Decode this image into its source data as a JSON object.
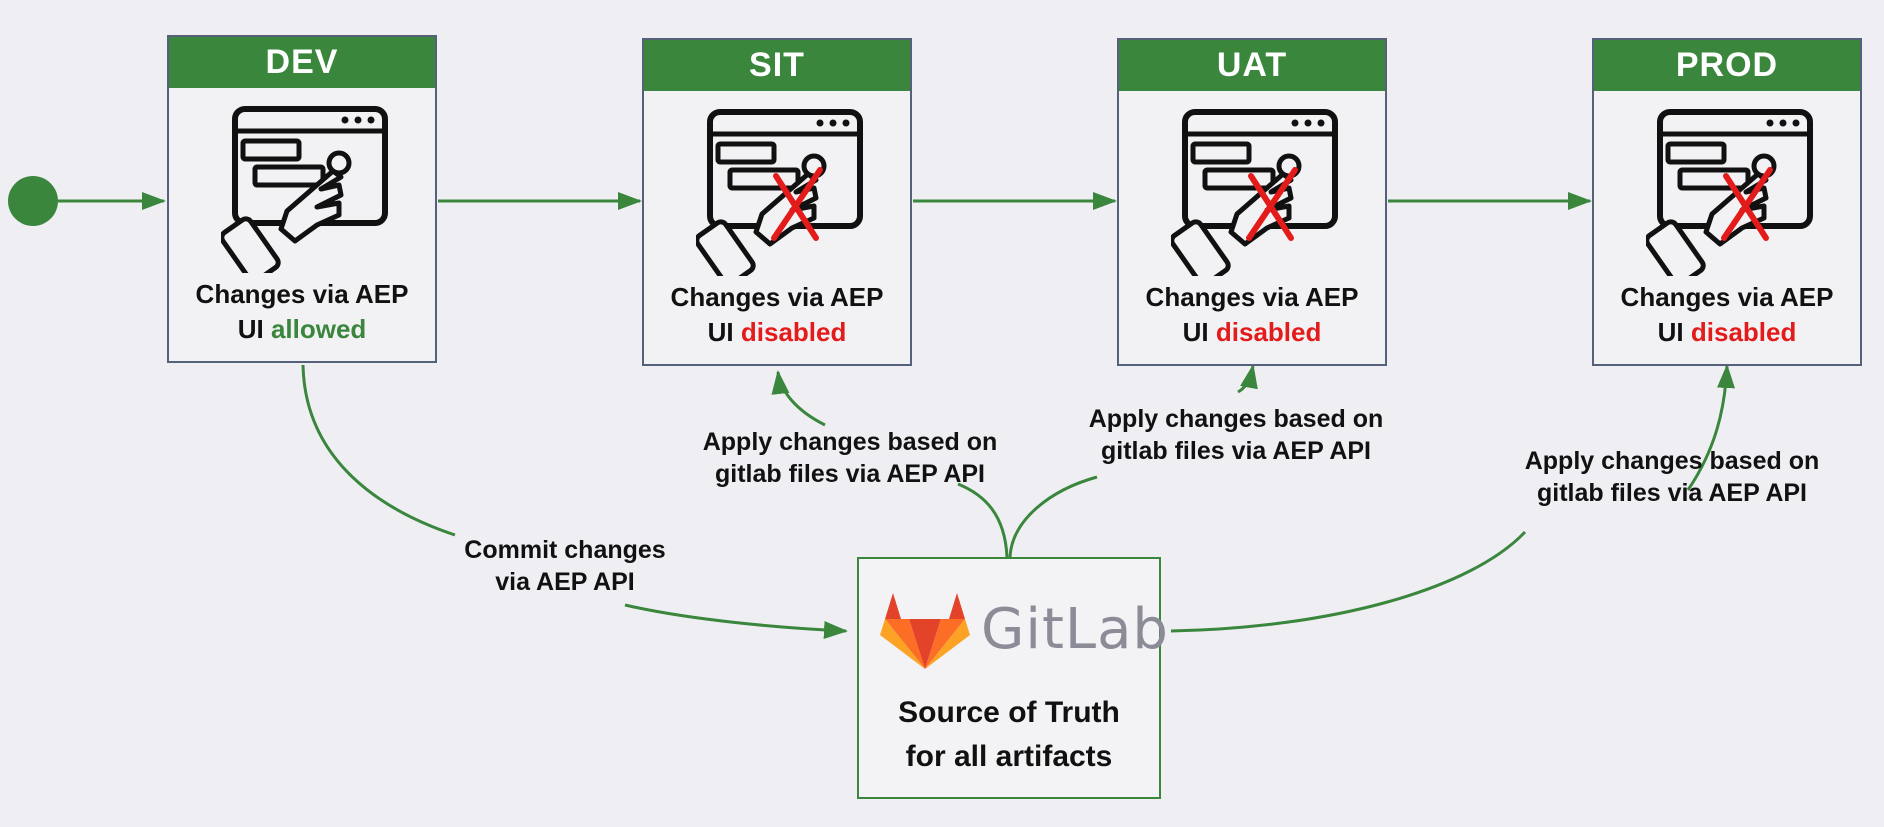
{
  "environments": [
    {
      "name": "DEV",
      "line1": "Changes via AEP",
      "line2_prefix": "UI ",
      "status": "allowed"
    },
    {
      "name": "SIT",
      "line1": "Changes via AEP",
      "line2_prefix": "UI ",
      "status": "disabled"
    },
    {
      "name": "UAT",
      "line1": "Changes via AEP",
      "line2_prefix": "UI ",
      "status": "disabled"
    },
    {
      "name": "PROD",
      "line1": "Changes via AEP",
      "line2_prefix": "UI ",
      "status": "disabled"
    }
  ],
  "labels": {
    "commit": {
      "line1": "Commit changes",
      "line2": "via AEP API"
    },
    "apply_sit": {
      "line1": "Apply changes based on",
      "line2": "gitlab files via AEP API"
    },
    "apply_uat": {
      "line1": "Apply changes based on",
      "line2": "gitlab files via AEP API"
    },
    "apply_prod": {
      "line1": "Apply changes based on",
      "line2": "gitlab files via AEP API"
    }
  },
  "gitlab": {
    "brand": "GitLab",
    "line1": "Source of Truth",
    "line2": "for all artifacts"
  },
  "colors": {
    "header_green": "#3a863c",
    "arrow_green": "#3a863c",
    "allowed": "#3a863c",
    "disabled": "#e31b1b",
    "background": "#efeff3"
  }
}
